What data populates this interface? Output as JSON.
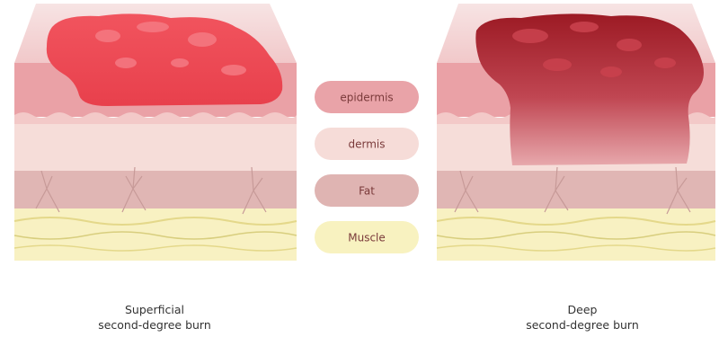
{
  "legend": {
    "epidermis": "epidermis",
    "dermis": "dermis",
    "fat": "Fat",
    "muscle": "Muscle"
  },
  "captions": {
    "left_line1": "Superficial",
    "left_line2": "second-degree burn",
    "right_line1": "Deep",
    "right_line2": "second-degree burn"
  },
  "colors": {
    "epidermis": "#e9a3a8",
    "dermis": "#f6dcd8",
    "fat": "#dfb4b2",
    "muscle": "#f8f2c0",
    "superficial_burn": "#e9434f",
    "deep_burn": "#9e1b26"
  }
}
